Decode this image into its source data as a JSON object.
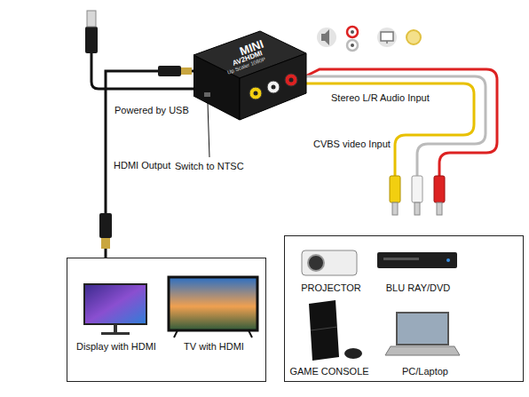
{
  "diagram": {
    "nodes": [
      {
        "text": [
          "MINI",
          "AV2HDMI",
          "Up Scaler 1080P"
        ]
      },
      {
        "text": [
          "Display with HDMI",
          "TV with HDMI"
        ]
      },
      {
        "text": [
          "PROJECTOR",
          "BLU RAY/DVD",
          "GAME CONSOLE",
          "PC/Laptop"
        ]
      }
    ],
    "edges": [
      {
        "from": 0,
        "to": 1,
        "arrow": "none"
      }
    ],
    "labels": [
      "Stereo L/R Audio Input",
      "CVBS video Input",
      "Powered by USB",
      "HDMI Output",
      "Switch to NTSC"
    ]
  }
}
